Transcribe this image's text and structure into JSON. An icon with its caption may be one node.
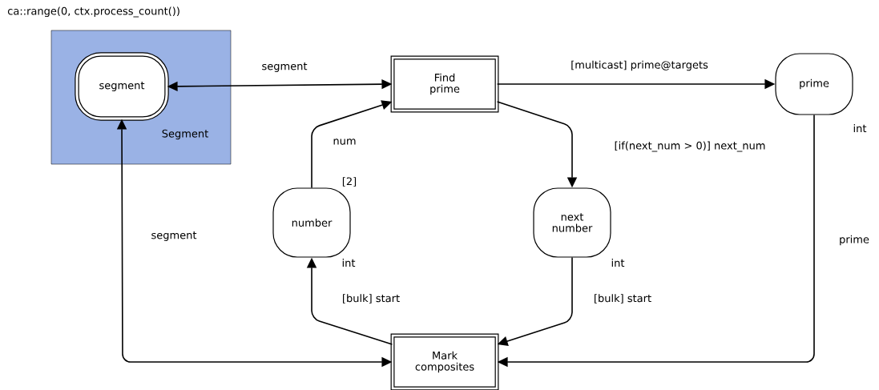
{
  "diagram": {
    "nodes": [
      {
        "text": [
          "Segment"
        ],
        "beside": [
          "ca::range(0, ctx.process_count())"
        ]
      },
      {
        "text": [
          "segment"
        ],
        "in": 0
      },
      {
        "text": [
          "Find prime"
        ]
      },
      {
        "text": [
          "prime"
        ],
        "beside": [
          "int"
        ]
      },
      {
        "text": [
          "number"
        ],
        "beside": [
          "[2]",
          "int"
        ]
      },
      {
        "text": [
          "next number"
        ],
        "beside": [
          "int"
        ]
      },
      {
        "text": [
          "Mark composites"
        ]
      }
    ],
    "edges": [
      {
        "from": 1,
        "to": 2,
        "arrow": "both",
        "label": "segment"
      },
      {
        "from": 4,
        "to": 2,
        "arrow": "to",
        "label": "num"
      },
      {
        "from": 2,
        "to": 3,
        "arrow": "to",
        "label": "[multicast] prime@targets"
      },
      {
        "from": 2,
        "to": 5,
        "arrow": "to",
        "label": "[if(next_num > 0)] next_num"
      },
      {
        "from": 6,
        "to": 4,
        "arrow": "to",
        "label": "[bulk] start"
      },
      {
        "from": 5,
        "to": 6,
        "arrow": "to",
        "label": "[bulk] start"
      },
      {
        "from": 3,
        "to": 6,
        "arrow": "to",
        "label": "prime"
      },
      {
        "from": 1,
        "to": 6,
        "arrow": "both",
        "label": "segment"
      }
    ]
  }
}
